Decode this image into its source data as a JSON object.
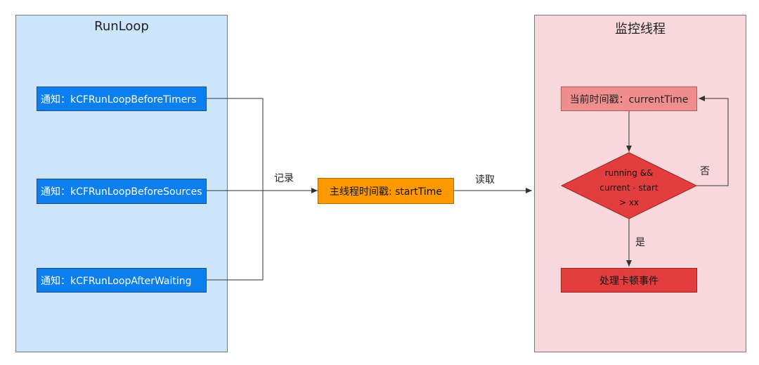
{
  "left_panel": {
    "title": "RunLoop",
    "items": [
      "通知：kCFRunLoopBeforeTimers",
      "通知：kCFRunLoopBeforeSources",
      "通知：kCFRunLoopAfterWaiting"
    ]
  },
  "middle": {
    "record_label": "记录",
    "start_time_box": "主线程时间戳: startTime",
    "read_label": "读取"
  },
  "right_panel": {
    "title": "监控线程",
    "current_time_box": "当前时间戳：currentTime",
    "condition": {
      "line1": "running &&",
      "line2": "current - start",
      "line3": "> xx"
    },
    "no_label": "否",
    "yes_label": "是",
    "action_box": "处理卡顿事件"
  },
  "colors": {
    "left_panel_bg": "#cce5fb",
    "right_panel_bg": "#f8d8dc",
    "notify_box": "#0c7ff0",
    "start_time_box": "#ff9900",
    "current_time_box": "#f08e8e",
    "decision": "#e33d3d",
    "action_box": "#e33d3d"
  }
}
